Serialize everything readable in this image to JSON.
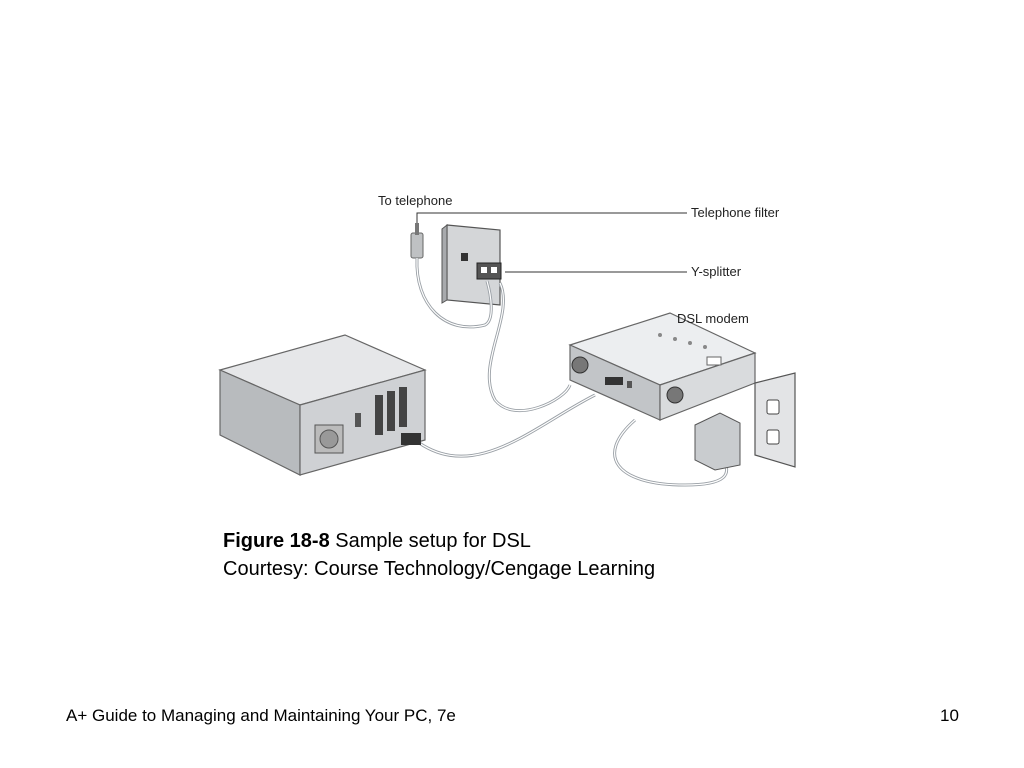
{
  "figure": {
    "labels": {
      "to_telephone": "To telephone",
      "telephone_filter": "Telephone filter",
      "y_splitter": "Y-splitter",
      "dsl_modem": "DSL modem"
    }
  },
  "caption": {
    "figure_number": "Figure 18-8",
    "title": " Sample setup for DSL",
    "credit": "Courtesy: Course Technology/Cengage Learning"
  },
  "footer": {
    "book_title": "A+ Guide to Managing and Maintaining Your PC, 7e",
    "page_number": "10"
  }
}
